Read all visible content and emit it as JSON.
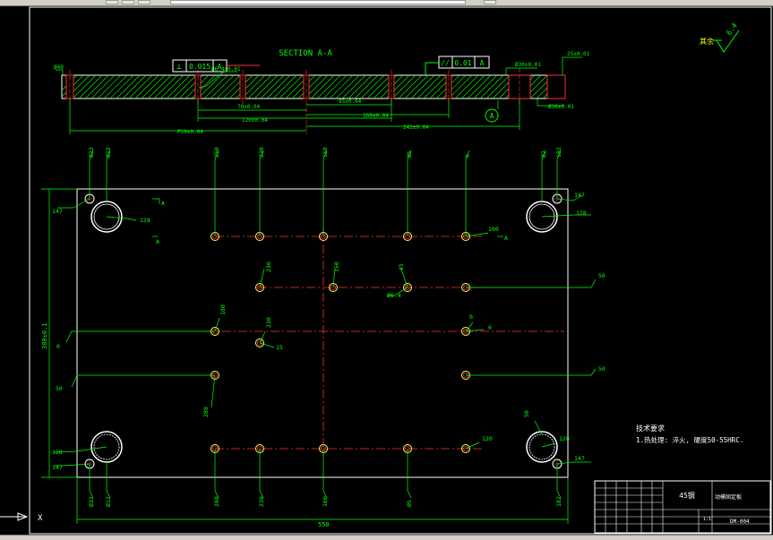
{
  "section_title": "SECTION A-A",
  "roughness": {
    "symbol": "其余",
    "value": "6.4"
  },
  "tolerances": {
    "perpendicular": {
      "symbol": "⊥",
      "value": "0.015",
      "datum": "A"
    },
    "parallel": {
      "symbol": "//",
      "value": "0.01",
      "datum": "A"
    }
  },
  "section_dims": {
    "d40": "Ø40",
    "d64": "Ø6.4±0.01",
    "d30": "Ø30±0.01",
    "d25": "25±0.01",
    "d36": "Ø36±0.01",
    "d70": "70±0.04",
    "d95": "95±0.04",
    "d120": "120±0.04",
    "d160": "160±0.04",
    "d242": "242±0.04",
    "d50": "P50±0.04",
    "datum_a": "A"
  },
  "plan_labels": {
    "top_left_1": "Ø22",
    "top_left_2": "Ø12",
    "top_1": "250",
    "top_2": "230",
    "top_3": "160",
    "top_4": "Ø5",
    "top_5": "0",
    "top_right_1": "Ø2",
    "top_right_2": "182",
    "right_147_top": "147",
    "right_128_top": "128",
    "right_50_a": "50",
    "right_50_b": "50",
    "right_128_bot": "128",
    "right_147_bot": "147",
    "left_147_top": "147",
    "left_128_top": "128",
    "left_0": "0",
    "left_50": "50",
    "left_128_bot": "128",
    "left_147_bot": "147",
    "row1_right": "100",
    "row2_1": "230",
    "row2_2": "150",
    "row2_3": "45",
    "row2_dia": "Ø6.4",
    "row3_1": "180",
    "row3_2": "230",
    "row3_3": "15",
    "row3_4": "0",
    "row3_5": "0",
    "row4_1": "280",
    "row5_right": "120",
    "row5_top": "50",
    "bottom_1": "Ø32",
    "bottom_2": "Ø12",
    "bottom_3": "280",
    "bottom_4": "230",
    "bottom_5": "160",
    "bottom_6": "Ø5",
    "bottom_7": "182",
    "cut_a1": "A",
    "cut_a2": "A",
    "cut_a3": "A",
    "width_dim": "550",
    "height_dim": "380±0.1"
  },
  "tech_requirements": {
    "title": "技术要求",
    "line1": "1.热处理: 淬火, 硬度50-55HRC."
  },
  "title_block": {
    "material": "45钢",
    "name": "动模固定板",
    "scale": "1:1",
    "drawing_no": "DM-004"
  },
  "ucs_label": "X"
}
